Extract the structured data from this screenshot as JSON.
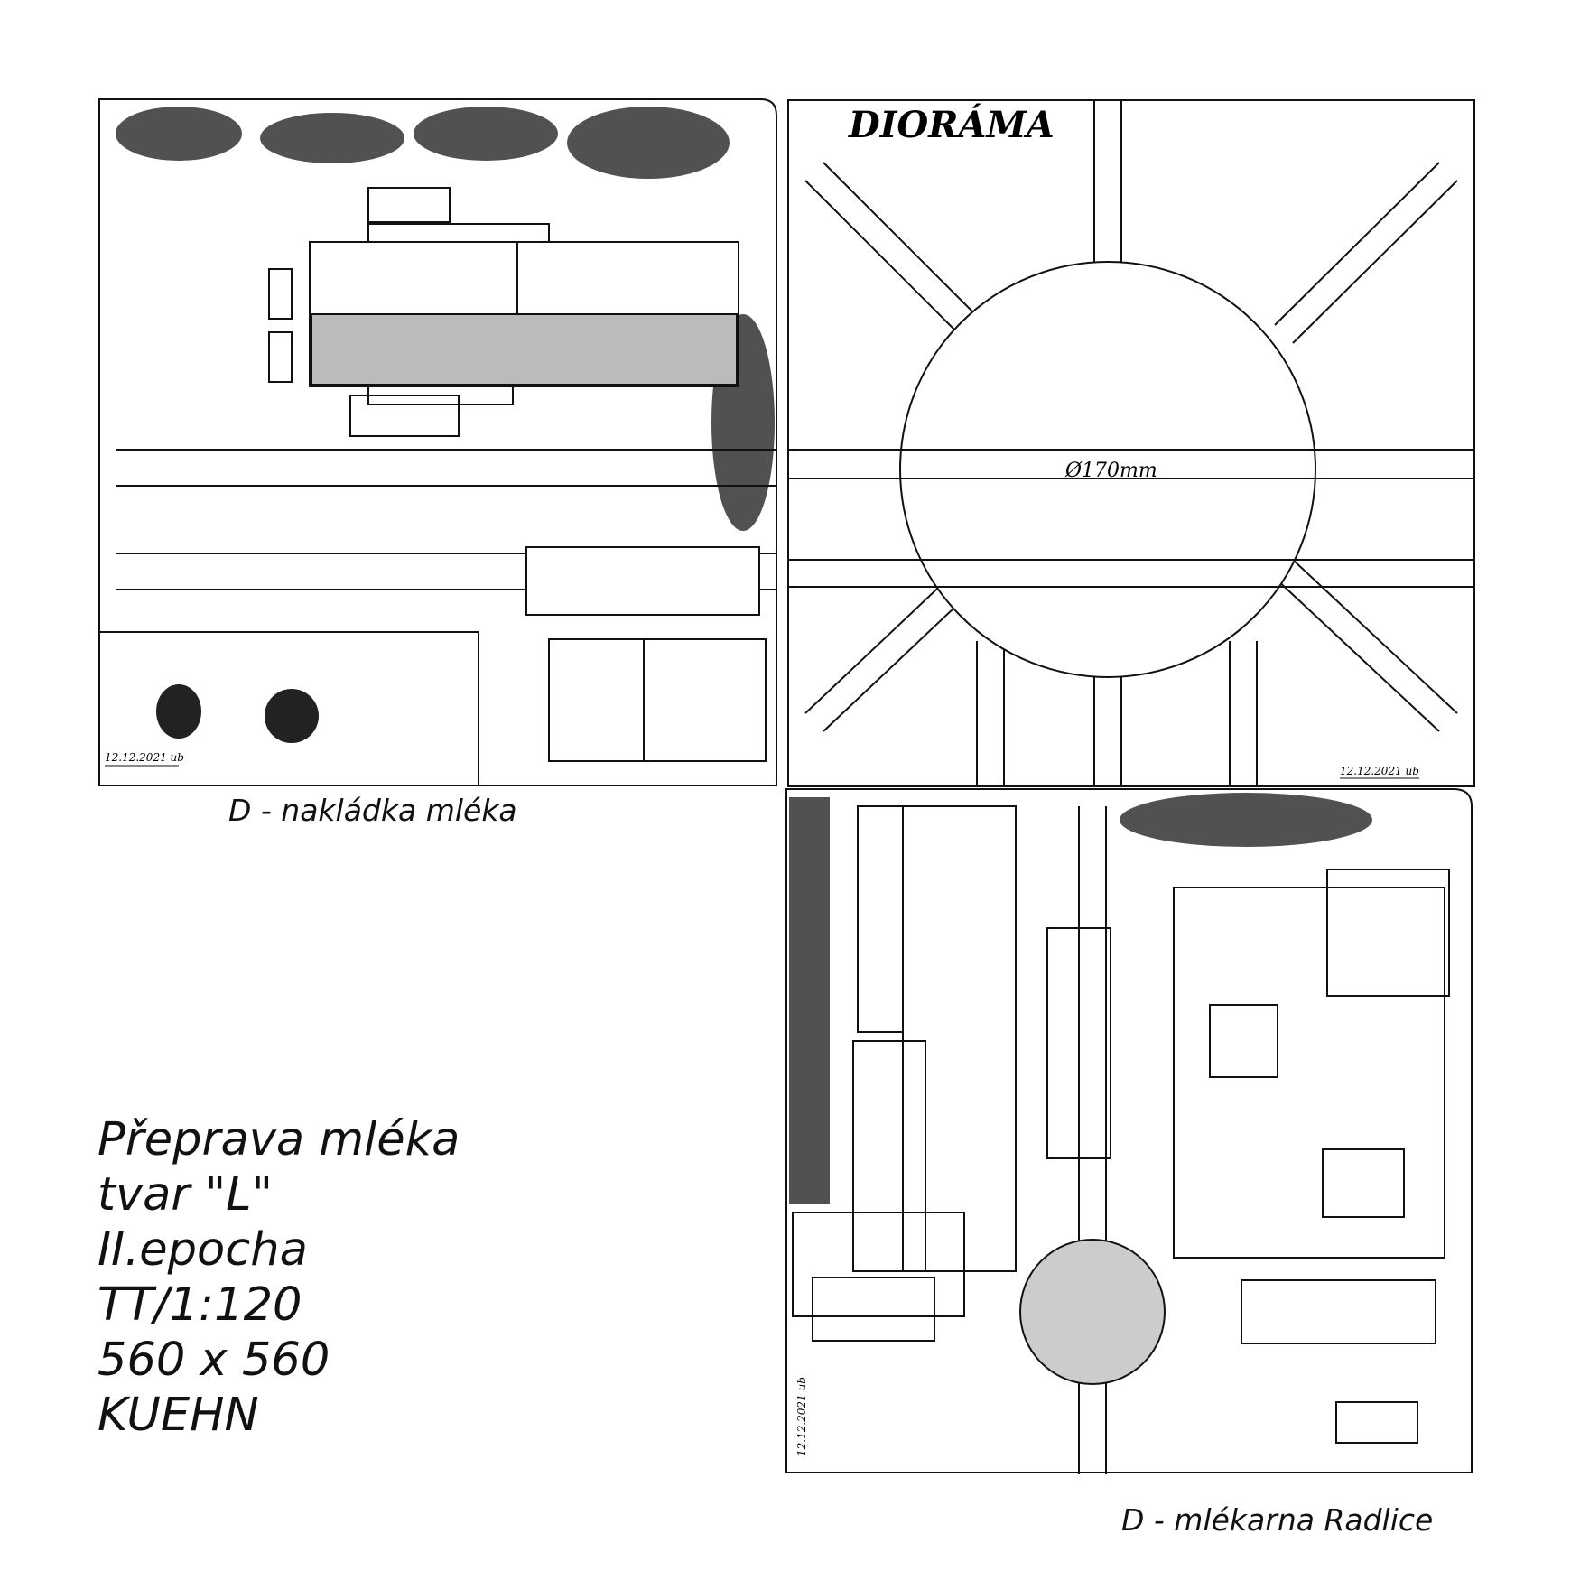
{
  "panels": {
    "top_left": {
      "caption": "D - nakládka mléka",
      "signature": "12.12.2021 ub"
    },
    "top_right": {
      "title": "DIORÁMA",
      "dimension": "Ø170mm",
      "signature": "12.12.2021 ub"
    },
    "bottom_right": {
      "caption": "D - mlékarna Radlice",
      "signature": "12.12.2021 ub"
    }
  },
  "info": {
    "lines": [
      "Přeprava mléka",
      "tvar \"L\"",
      "II.epocha",
      "TT/1:120",
      "560 x 560",
      "KUEHN"
    ]
  }
}
